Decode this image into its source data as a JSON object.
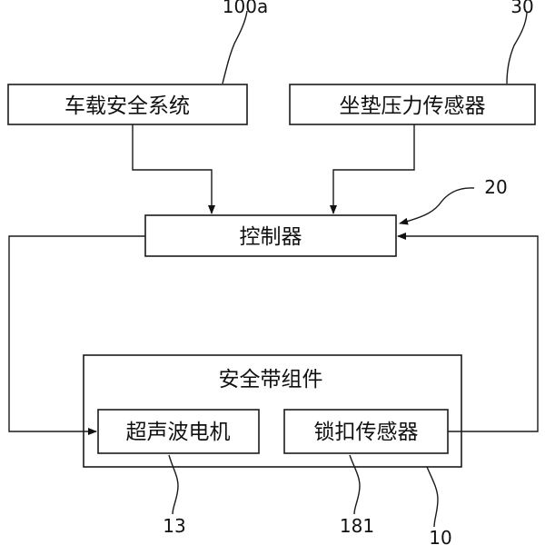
{
  "blocks": {
    "vehicle_safety_system": "车载安全系统",
    "seat_pressure_sensor": "坐垫压力传感器",
    "controller": "控制器",
    "seatbelt_assembly": "安全带组件",
    "ultrasonic_motor": "超声波电机",
    "buckle_sensor": "锁扣传感器"
  },
  "refs": {
    "vehicle_safety_system": "100a",
    "seat_pressure_sensor": "30",
    "controller": "20",
    "seatbelt_assembly": "10",
    "ultrasonic_motor": "13",
    "buckle_sensor": "181"
  }
}
